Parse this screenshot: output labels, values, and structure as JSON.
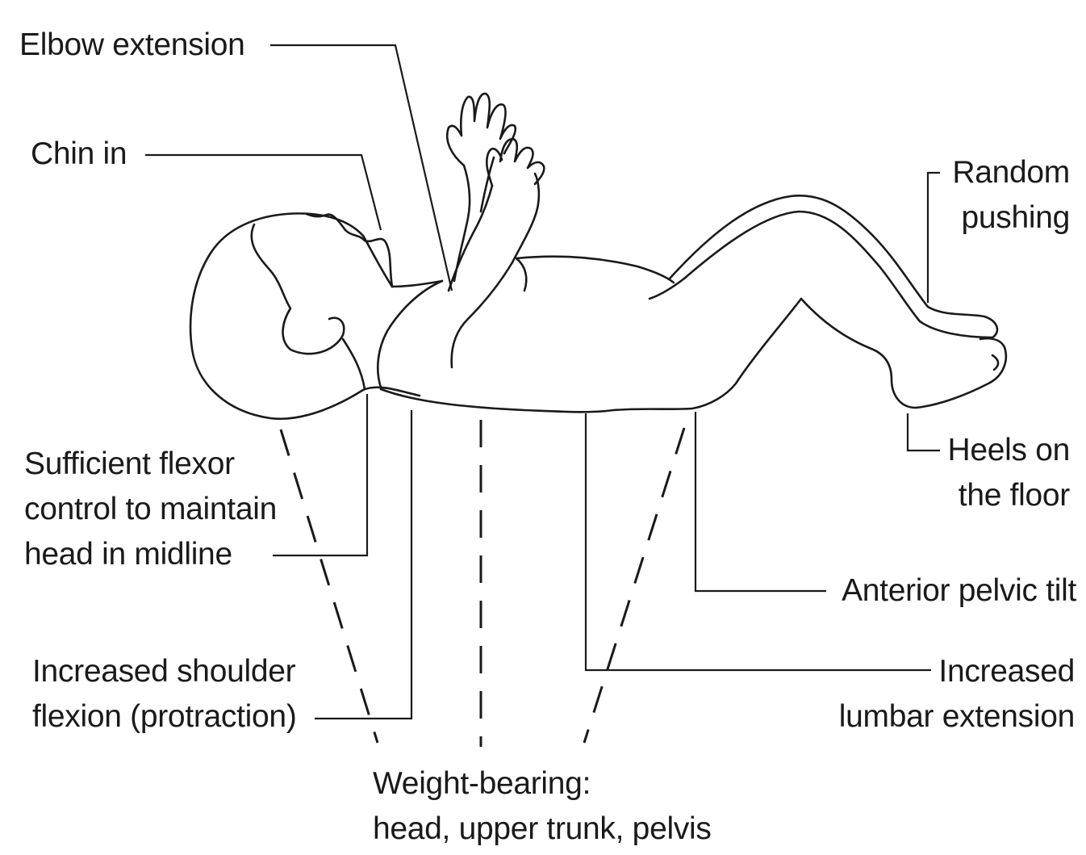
{
  "labels": {
    "elbow_extension": "Elbow extension",
    "chin_in": "Chin in",
    "random_pushing": [
      "Random",
      "pushing"
    ],
    "heels_on_floor": [
      "Heels on",
      "the floor"
    ],
    "flexor_control": [
      "Sufficient flexor",
      "control to maintain",
      "head in midline"
    ],
    "anterior_pelvic_tilt": "Anterior pelvic tilt",
    "shoulder_flexion": [
      "Increased shoulder",
      "flexion (protraction)"
    ],
    "lumbar_extension": [
      "Increased",
      "lumbar extension"
    ],
    "weight_bearing": [
      "Weight-bearing:",
      "head, upper trunk, pelvis"
    ]
  },
  "colors": {
    "line": "#1a1a1a",
    "background": "#ffffff"
  }
}
